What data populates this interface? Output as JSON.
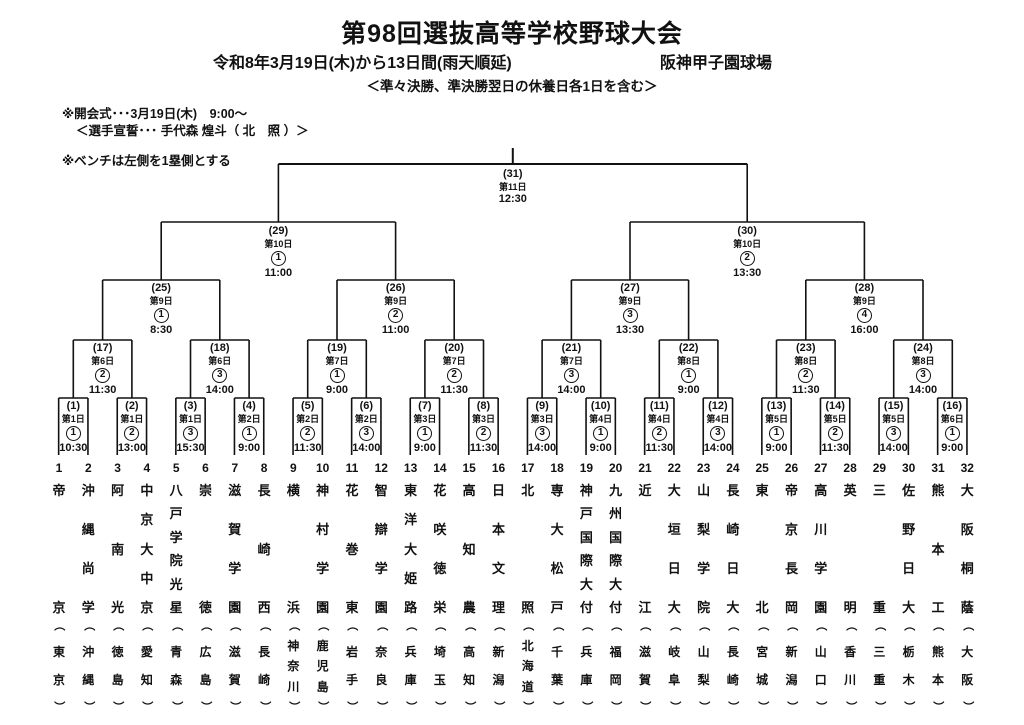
{
  "header": {
    "title": "第98回選抜高等学校野球大会",
    "date_line": "令和8年3月19日(木)から13日間(雨天順延)",
    "venue": "阪神甲子園球場",
    "rest_note": "＜準々決勝、準決勝翌日の休養日各1日を含む＞"
  },
  "notes": {
    "opening": "※開会式･･･3月19日(木)　9:00～",
    "oath": "＜選手宣誓･･･ 手代森 煌斗（ 北　照 ）＞",
    "bench": "※ベンチは左側を1塁側とする"
  },
  "games": [
    {
      "no": 1,
      "round": 1,
      "day": "第1日",
      "order": "1",
      "time": "10:30"
    },
    {
      "no": 2,
      "round": 1,
      "day": "第1日",
      "order": "2",
      "time": "13:00"
    },
    {
      "no": 3,
      "round": 1,
      "day": "第1日",
      "order": "3",
      "time": "15:30"
    },
    {
      "no": 4,
      "round": 1,
      "day": "第2日",
      "order": "1",
      "time": "9:00"
    },
    {
      "no": 5,
      "round": 1,
      "day": "第2日",
      "order": "2",
      "time": "11:30"
    },
    {
      "no": 6,
      "round": 1,
      "day": "第2日",
      "order": "3",
      "time": "14:00"
    },
    {
      "no": 7,
      "round": 1,
      "day": "第3日",
      "order": "1",
      "time": "9:00"
    },
    {
      "no": 8,
      "round": 1,
      "day": "第3日",
      "order": "2",
      "time": "11:30"
    },
    {
      "no": 9,
      "round": 1,
      "day": "第3日",
      "order": "3",
      "time": "14:00"
    },
    {
      "no": 10,
      "round": 1,
      "day": "第4日",
      "order": "1",
      "time": "9:00"
    },
    {
      "no": 11,
      "round": 1,
      "day": "第4日",
      "order": "2",
      "time": "11:30"
    },
    {
      "no": 12,
      "round": 1,
      "day": "第4日",
      "order": "3",
      "time": "14:00"
    },
    {
      "no": 13,
      "round": 1,
      "day": "第5日",
      "order": "1",
      "time": "9:00"
    },
    {
      "no": 14,
      "round": 1,
      "day": "第5日",
      "order": "2",
      "time": "11:30"
    },
    {
      "no": 15,
      "round": 1,
      "day": "第5日",
      "order": "3",
      "time": "14:00"
    },
    {
      "no": 16,
      "round": 1,
      "day": "第6日",
      "order": "1",
      "time": "9:00"
    },
    {
      "no": 17,
      "round": 2,
      "day": "第6日",
      "order": "2",
      "time": "11:30"
    },
    {
      "no": 18,
      "round": 2,
      "day": "第6日",
      "order": "3",
      "time": "14:00"
    },
    {
      "no": 19,
      "round": 2,
      "day": "第7日",
      "order": "1",
      "time": "9:00"
    },
    {
      "no": 20,
      "round": 2,
      "day": "第7日",
      "order": "2",
      "time": "11:30"
    },
    {
      "no": 21,
      "round": 2,
      "day": "第7日",
      "order": "3",
      "time": "14:00"
    },
    {
      "no": 22,
      "round": 2,
      "day": "第8日",
      "order": "1",
      "time": "9:00"
    },
    {
      "no": 23,
      "round": 2,
      "day": "第8日",
      "order": "2",
      "time": "11:30"
    },
    {
      "no": 24,
      "round": 2,
      "day": "第8日",
      "order": "3",
      "time": "14:00"
    },
    {
      "no": 25,
      "round": 3,
      "day": "第9日",
      "order": "1",
      "time": "8:30"
    },
    {
      "no": 26,
      "round": 3,
      "day": "第9日",
      "order": "2",
      "time": "11:00"
    },
    {
      "no": 27,
      "round": 3,
      "day": "第9日",
      "order": "3",
      "time": "13:30"
    },
    {
      "no": 28,
      "round": 3,
      "day": "第9日",
      "order": "4",
      "time": "16:00"
    },
    {
      "no": 29,
      "round": 4,
      "day": "第10日",
      "order": "1",
      "time": "11:00"
    },
    {
      "no": 30,
      "round": 4,
      "day": "第10日",
      "order": "2",
      "time": "13:30"
    },
    {
      "no": 31,
      "round": 5,
      "day": "第11日",
      "order": "",
      "time": "12:30"
    }
  ],
  "teams": [
    {
      "no": 1,
      "name": "帝京",
      "pref": "東京"
    },
    {
      "no": 2,
      "name": "沖縄尚学",
      "pref": "沖縄"
    },
    {
      "no": 3,
      "name": "阿南光",
      "pref": "徳島"
    },
    {
      "no": 4,
      "name": "中京大中京",
      "pref": "愛知"
    },
    {
      "no": 5,
      "name": "八戸学院光星",
      "pref": "青森"
    },
    {
      "no": 6,
      "name": "崇徳",
      "pref": "広島"
    },
    {
      "no": 7,
      "name": "滋賀学園",
      "pref": "滋賀"
    },
    {
      "no": 8,
      "name": "長崎西",
      "pref": "長崎"
    },
    {
      "no": 9,
      "name": "横浜",
      "pref": "神奈川"
    },
    {
      "no": 10,
      "name": "神村学園",
      "pref": "鹿児島"
    },
    {
      "no": 11,
      "name": "花巻東",
      "pref": "岩手"
    },
    {
      "no": 12,
      "name": "智辯学園",
      "pref": "奈良"
    },
    {
      "no": 13,
      "name": "東洋大姫路",
      "pref": "兵庫"
    },
    {
      "no": 14,
      "name": "花咲徳栄",
      "pref": "埼玉"
    },
    {
      "no": 15,
      "name": "高知農",
      "pref": "高知"
    },
    {
      "no": 16,
      "name": "日本文理",
      "pref": "新潟"
    },
    {
      "no": 17,
      "name": "北照",
      "pref": "北海道"
    },
    {
      "no": 18,
      "name": "専大松戸",
      "pref": "千葉"
    },
    {
      "no": 19,
      "name": "神戸国際大付",
      "pref": "兵庫"
    },
    {
      "no": 20,
      "name": "九州国際大付",
      "pref": "福岡"
    },
    {
      "no": 21,
      "name": "近江",
      "pref": "滋賀"
    },
    {
      "no": 22,
      "name": "大垣日大",
      "pref": "岐阜"
    },
    {
      "no": 23,
      "name": "山梨学院",
      "pref": "山梨"
    },
    {
      "no": 24,
      "name": "長崎日大",
      "pref": "長崎"
    },
    {
      "no": 25,
      "name": "東北",
      "pref": "宮城"
    },
    {
      "no": 26,
      "name": "帝京長岡",
      "pref": "新潟"
    },
    {
      "no": 27,
      "name": "高川学園",
      "pref": "山口"
    },
    {
      "no": 28,
      "name": "英明",
      "pref": "香川"
    },
    {
      "no": 29,
      "name": "三重",
      "pref": "三重"
    },
    {
      "no": 30,
      "name": "佐野日大",
      "pref": "栃木"
    },
    {
      "no": 31,
      "name": "熊本工",
      "pref": "熊本"
    },
    {
      "no": 32,
      "name": "大阪桐蔭",
      "pref": "大阪"
    }
  ]
}
